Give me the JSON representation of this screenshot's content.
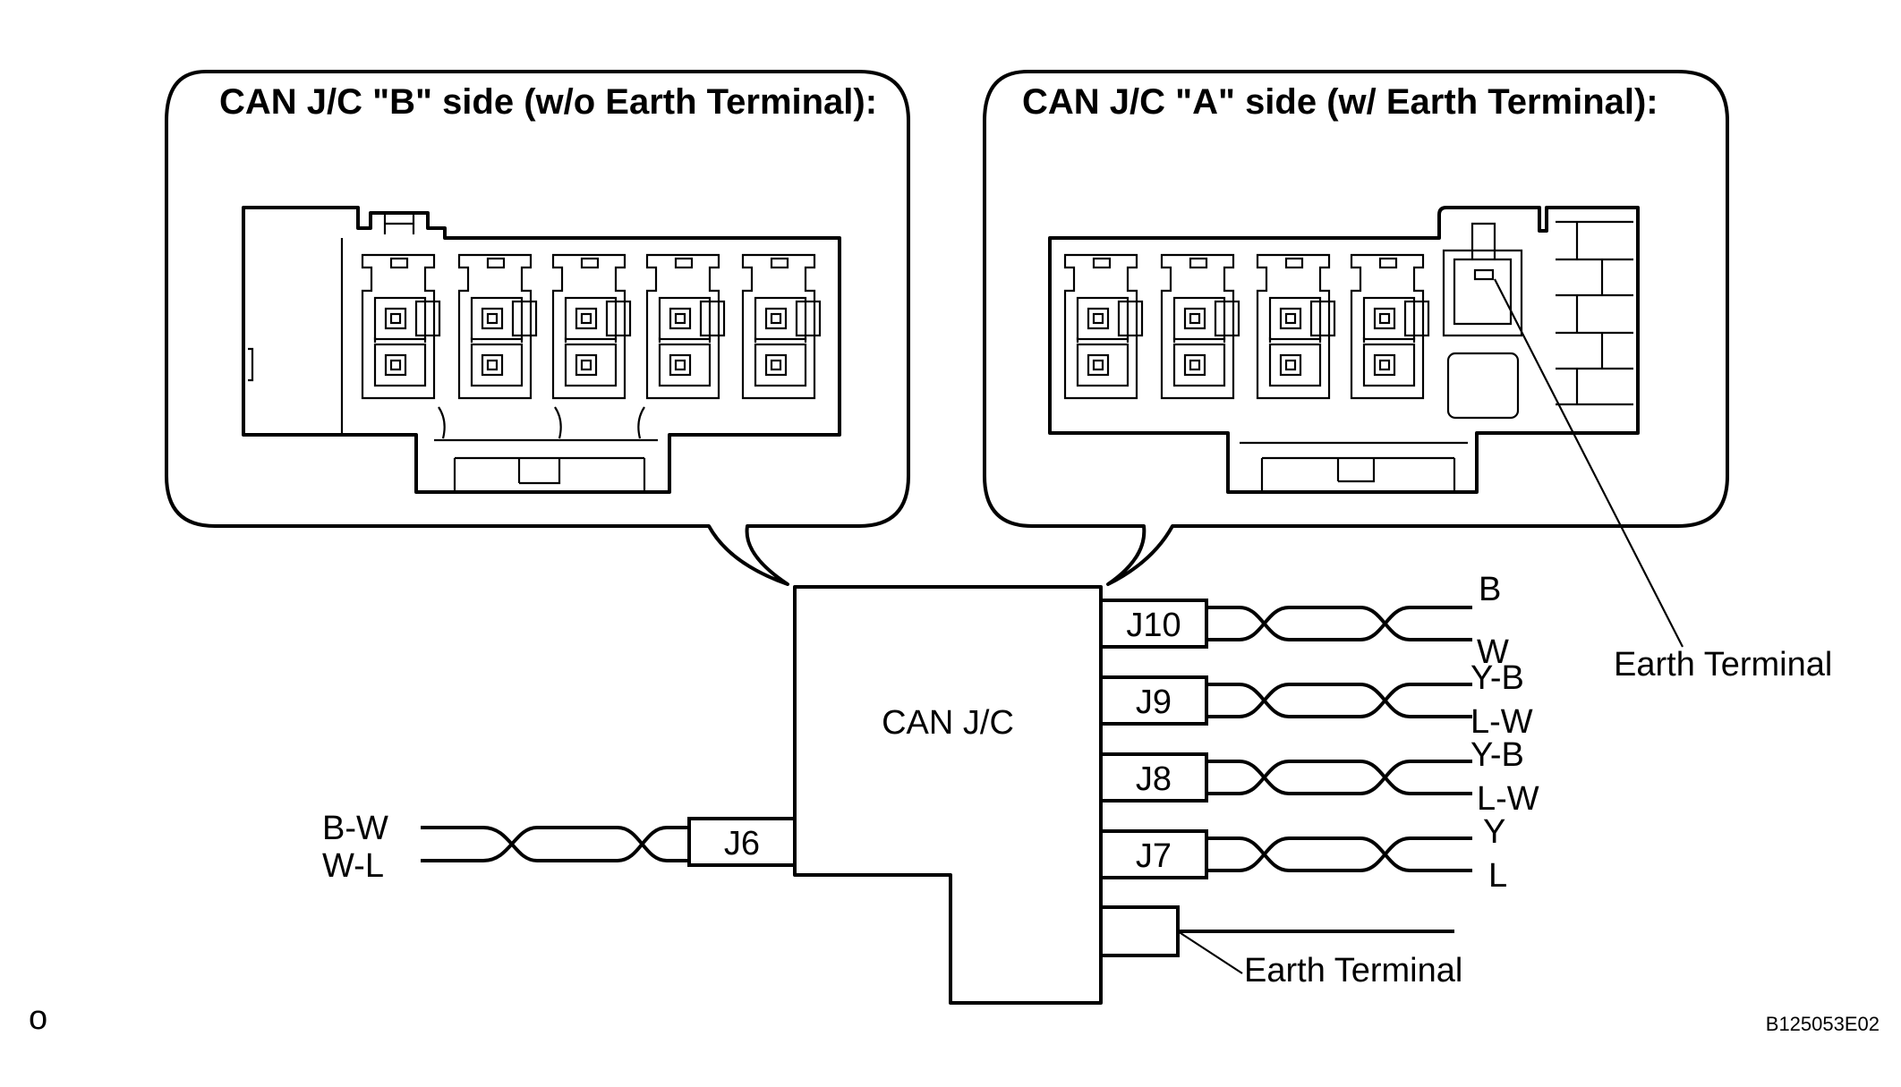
{
  "callout_b": {
    "title": "CAN J/C \"B\" side (w/o Earth Terminal):"
  },
  "callout_a": {
    "title": "CAN J/C \"A\" side (w/ Earth Terminal):",
    "earth_terminal_label": "Earth Terminal"
  },
  "main": {
    "block_label": "CAN J/C",
    "connectors": [
      {
        "id": "J10",
        "wire_top": "B",
        "wire_bottom": "W"
      },
      {
        "id": "J9",
        "wire_top": "Y-B",
        "wire_bottom": "L-W"
      },
      {
        "id": "J8",
        "wire_top": "Y-B",
        "wire_bottom": "L-W"
      },
      {
        "id": "J7",
        "wire_top": "Y",
        "wire_bottom": "L"
      }
    ],
    "left_connector": {
      "id": "J6",
      "wire_top": "B-W",
      "wire_bottom": "W-L"
    },
    "earth_terminal_label": "Earth Terminal"
  },
  "corner_mark": "o",
  "figure_code": "B125053E02"
}
